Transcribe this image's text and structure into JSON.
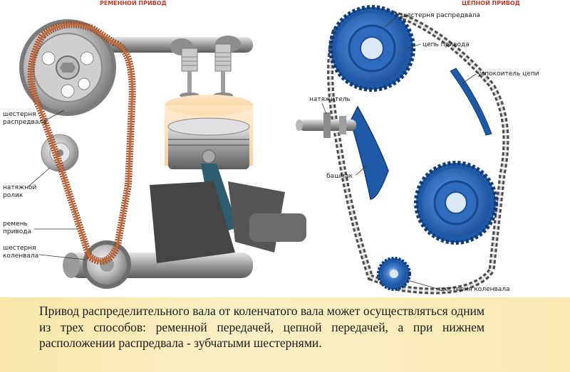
{
  "belt": {
    "title": "РЕМЕННОЙ ПРИВОД",
    "labels": {
      "camshaft_gear": [
        "шестерня",
        "распредвала"
      ],
      "tensioner_roller": [
        "натяжной",
        "ролик"
      ],
      "drive_belt": [
        "ремень",
        "привода"
      ],
      "crankshaft_gear": [
        "шестерня",
        "коленвала"
      ]
    }
  },
  "chain": {
    "title": "ЦЕПНОЙ ПРИВОД",
    "labels": {
      "camshaft_gear": "шестерня распредвала",
      "drive_chain": "цепь привода",
      "chain_damper": "успокоитель цепи",
      "tensioner": "натяжитель",
      "shoe": "башмак",
      "crankshaft_gear": "шестерня коленвала"
    }
  },
  "caption": "Привод распределительного вала от коленчатого вала может осуществляться одним из трех способов: ременной передачей, цепной передачей, а при нижнем расположении распредвала - зубчатыми шестернями.",
  "colors": {
    "belt": "#a0522d",
    "chain_gear": "#1e5aa8",
    "caption_bg": "#f9ecb8"
  }
}
